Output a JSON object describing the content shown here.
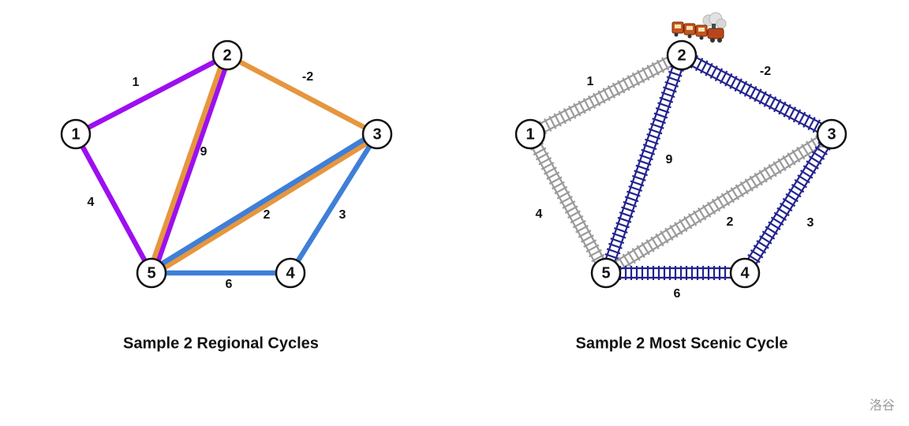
{
  "colors": {
    "purple": "#9d0ff0",
    "orange": "#e6963e",
    "blue": "#3f7fd8",
    "rail_gray": "#9a9a9a",
    "rail_navy": "#23238f",
    "node_stroke": "#111111",
    "node_fill": "#ffffff"
  },
  "diagrams": [
    {
      "id": "regional",
      "caption": "Sample 2 Regional Cycles",
      "style": "colored",
      "nodes": [
        {
          "id": "1",
          "label": "1"
        },
        {
          "id": "2",
          "label": "2"
        },
        {
          "id": "3",
          "label": "3"
        },
        {
          "id": "4",
          "label": "4"
        },
        {
          "id": "5",
          "label": "5"
        }
      ],
      "edges": [
        {
          "from": "1",
          "to": "2",
          "weight": "1",
          "colors": [
            "purple"
          ]
        },
        {
          "from": "2",
          "to": "3",
          "weight": "-2",
          "colors": [
            "orange"
          ]
        },
        {
          "from": "2",
          "to": "5",
          "weight": "9",
          "colors": [
            "purple",
            "orange"
          ]
        },
        {
          "from": "1",
          "to": "5",
          "weight": "4",
          "colors": [
            "purple"
          ]
        },
        {
          "from": "3",
          "to": "5",
          "weight": "2",
          "colors": [
            "orange",
            "blue"
          ]
        },
        {
          "from": "3",
          "to": "4",
          "weight": "3",
          "colors": [
            "blue"
          ]
        },
        {
          "from": "5",
          "to": "4",
          "weight": "6",
          "colors": [
            "blue"
          ]
        }
      ]
    },
    {
      "id": "scenic",
      "caption": "Sample 2 Most Scenic Cycle",
      "style": "rail",
      "nodes": [
        {
          "id": "1",
          "label": "1"
        },
        {
          "id": "2",
          "label": "2"
        },
        {
          "id": "3",
          "label": "3"
        },
        {
          "id": "4",
          "label": "4"
        },
        {
          "id": "5",
          "label": "5"
        }
      ],
      "edges": [
        {
          "from": "1",
          "to": "2",
          "weight": "1",
          "rail": "gray"
        },
        {
          "from": "2",
          "to": "3",
          "weight": "-2",
          "rail": "navy"
        },
        {
          "from": "2",
          "to": "5",
          "weight": "9",
          "rail": "navy"
        },
        {
          "from": "1",
          "to": "5",
          "weight": "4",
          "rail": "gray"
        },
        {
          "from": "3",
          "to": "5",
          "weight": "2",
          "rail": "gray"
        },
        {
          "from": "3",
          "to": "4",
          "weight": "3",
          "rail": "navy"
        },
        {
          "from": "5",
          "to": "4",
          "weight": "6",
          "rail": "navy"
        }
      ]
    }
  ],
  "train_icon": "steam-train-icon",
  "watermark": "洛谷"
}
